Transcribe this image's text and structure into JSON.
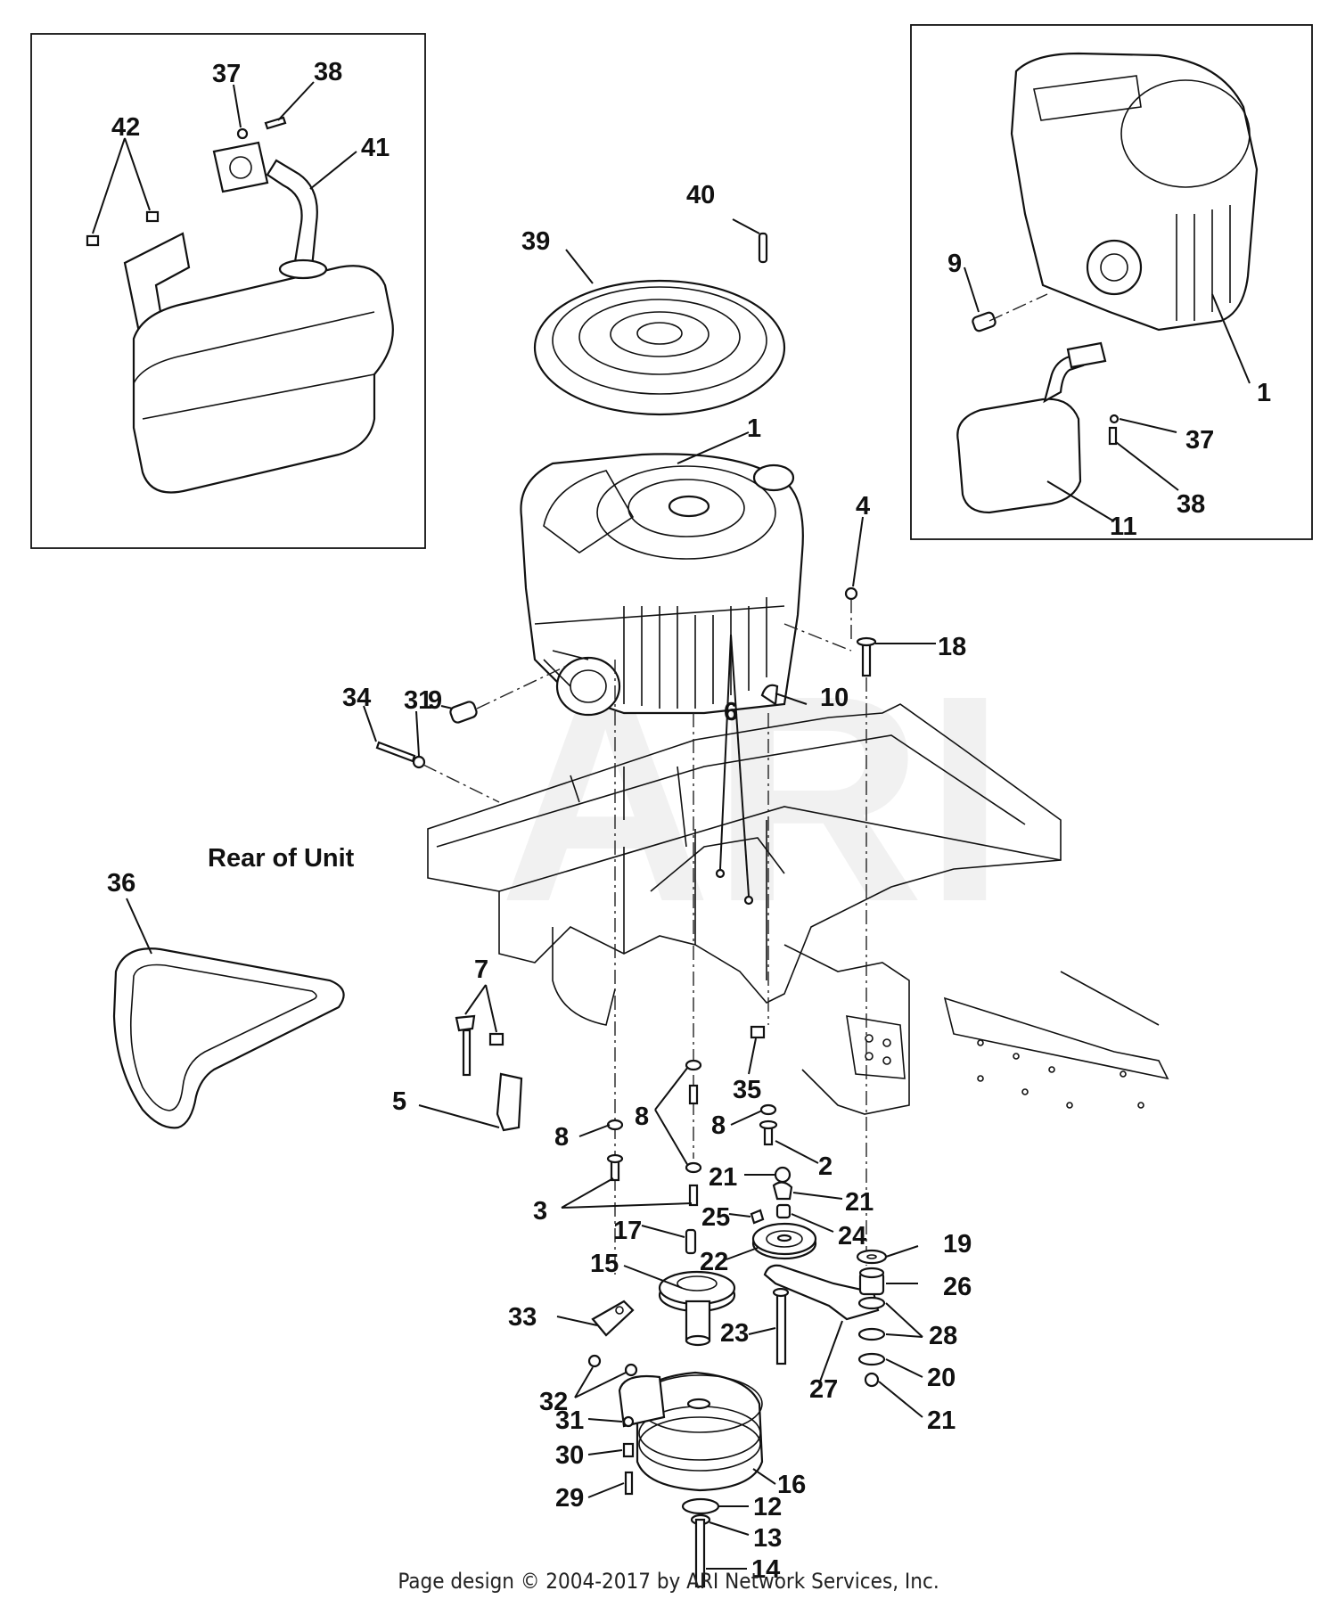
{
  "diagram": {
    "callouts": [
      {
        "id": "c42",
        "text": "42"
      },
      {
        "id": "c37a",
        "text": "37"
      },
      {
        "id": "c38a",
        "text": "38"
      },
      {
        "id": "c41",
        "text": "41"
      },
      {
        "id": "c40",
        "text": "40"
      },
      {
        "id": "c39",
        "text": "39"
      },
      {
        "id": "c9a",
        "text": "9"
      },
      {
        "id": "c1a",
        "text": "1"
      },
      {
        "id": "c37b",
        "text": "37"
      },
      {
        "id": "c38b",
        "text": "38"
      },
      {
        "id": "c11",
        "text": "11"
      },
      {
        "id": "c1b",
        "text": "1"
      },
      {
        "id": "c4",
        "text": "4"
      },
      {
        "id": "c18",
        "text": "18"
      },
      {
        "id": "c9b",
        "text": "9"
      },
      {
        "id": "c10",
        "text": "10"
      },
      {
        "id": "c6",
        "text": "6"
      },
      {
        "id": "c34",
        "text": "34"
      },
      {
        "id": "c31a",
        "text": "31"
      },
      {
        "id": "c36",
        "text": "36"
      },
      {
        "id": "c7",
        "text": "7"
      },
      {
        "id": "c5",
        "text": "5"
      },
      {
        "id": "c35",
        "text": "35"
      },
      {
        "id": "c8a",
        "text": "8"
      },
      {
        "id": "c8b",
        "text": "8"
      },
      {
        "id": "c8c",
        "text": "8"
      },
      {
        "id": "c21a",
        "text": "21"
      },
      {
        "id": "c2",
        "text": "2"
      },
      {
        "id": "c3",
        "text": "3"
      },
      {
        "id": "c25",
        "text": "25"
      },
      {
        "id": "c21b",
        "text": "21"
      },
      {
        "id": "c17",
        "text": "17"
      },
      {
        "id": "c24",
        "text": "24"
      },
      {
        "id": "c22",
        "text": "22"
      },
      {
        "id": "c19",
        "text": "19"
      },
      {
        "id": "c15",
        "text": "15"
      },
      {
        "id": "c26",
        "text": "26"
      },
      {
        "id": "c33",
        "text": "33"
      },
      {
        "id": "c23",
        "text": "23"
      },
      {
        "id": "c28",
        "text": "28"
      },
      {
        "id": "c27",
        "text": "27"
      },
      {
        "id": "c20",
        "text": "20"
      },
      {
        "id": "c32",
        "text": "32"
      },
      {
        "id": "c21c",
        "text": "21"
      },
      {
        "id": "c31b",
        "text": "31"
      },
      {
        "id": "c16",
        "text": "16"
      },
      {
        "id": "c30",
        "text": "30"
      },
      {
        "id": "c12",
        "text": "12"
      },
      {
        "id": "c29",
        "text": "29"
      },
      {
        "id": "c13",
        "text": "13"
      },
      {
        "id": "c14",
        "text": "14"
      }
    ],
    "rear_label": "Rear of Unit",
    "watermark": "ARI",
    "footer": "Page design © 2004-2017 by ARI Network Services, Inc."
  }
}
